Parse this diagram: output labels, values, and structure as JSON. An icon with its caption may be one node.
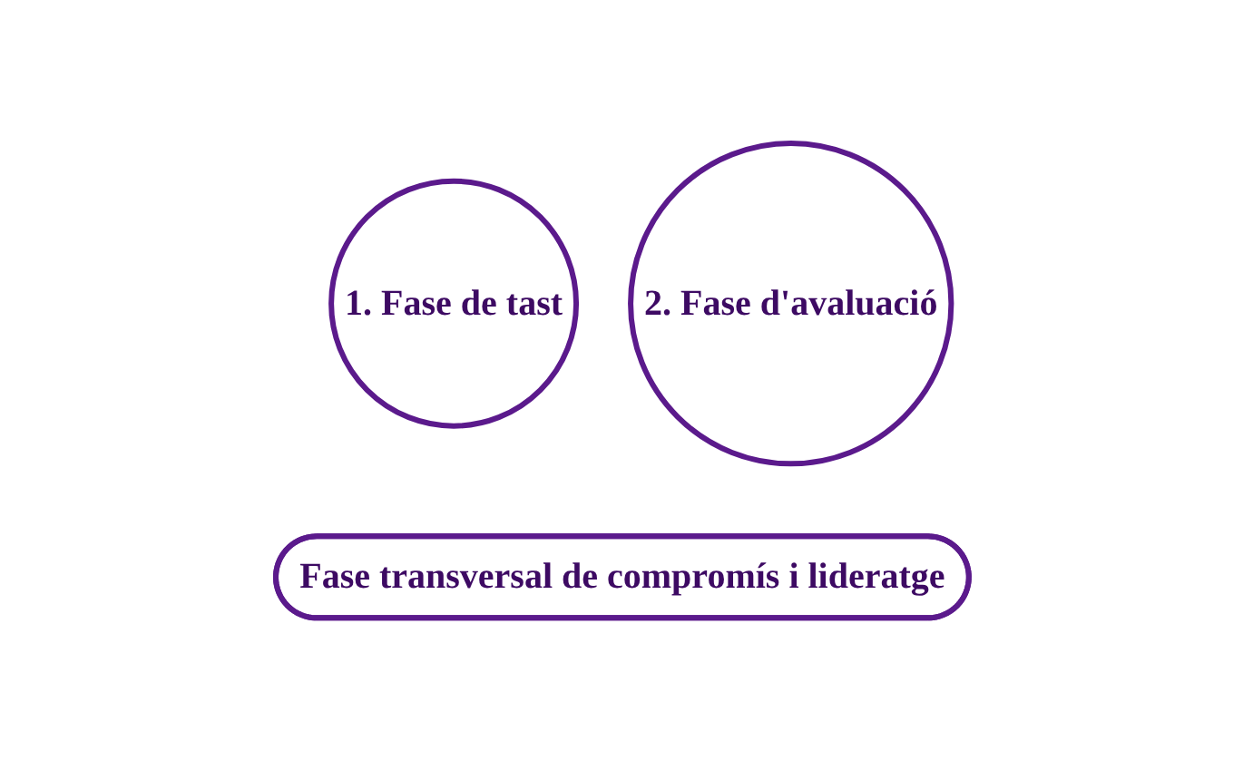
{
  "diagram": {
    "nodes": [
      {
        "text": [
          "1. Fase de tast"
        ]
      },
      {
        "text": [
          "2. Fase d'avaluació"
        ]
      },
      {
        "text": [
          "Fase transversal de compromís i lideratge"
        ]
      }
    ]
  }
}
